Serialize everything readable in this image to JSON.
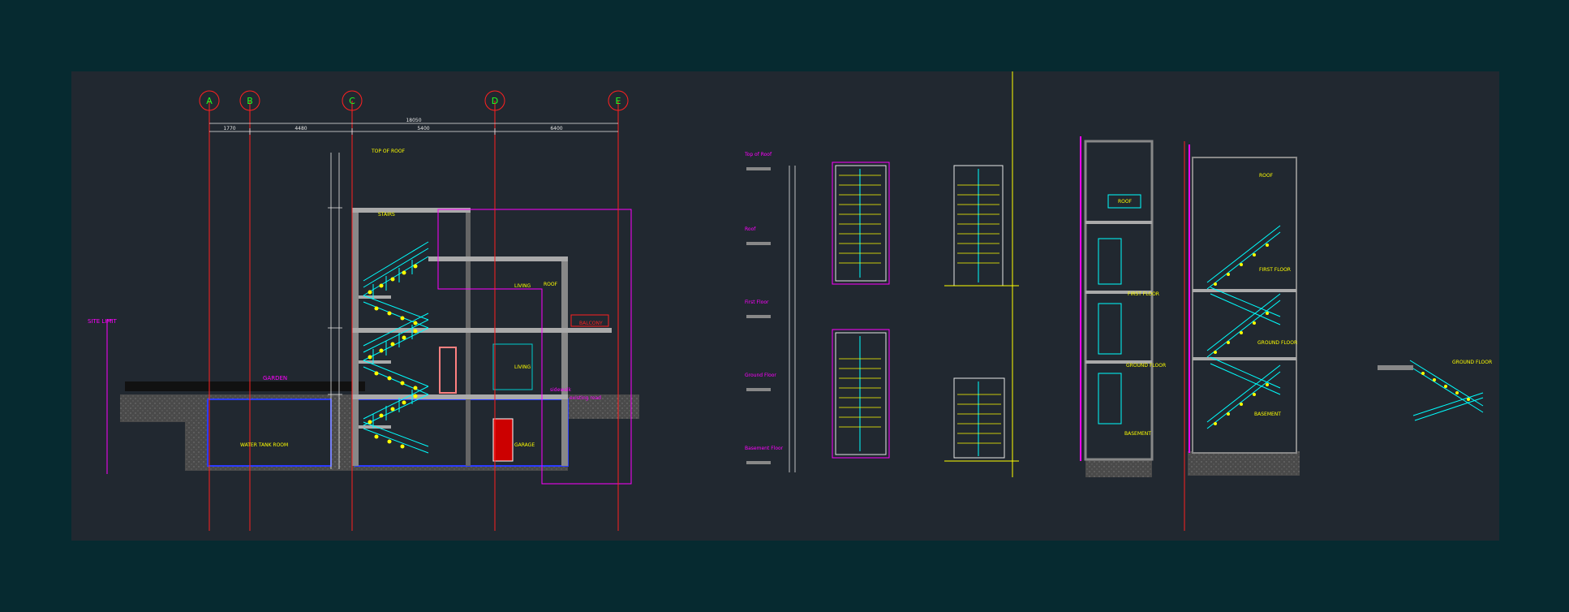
{
  "drawing": {
    "grid_axes": [
      "A",
      "B",
      "C",
      "D",
      "E"
    ],
    "dimensions": {
      "overall": "18050",
      "spans": [
        "1770",
        "4480",
        "5400",
        "6400"
      ]
    },
    "labels": {
      "top_of_roof": "TOP OF ROOF",
      "site_limit": "SITE LIMIT",
      "garden": "GARDEN",
      "water_tank": "WATER TANK ROOM",
      "stairs": "STAIRS",
      "living_upper": "LIVING",
      "living_lower": "LIVING",
      "garage": "GARAGE",
      "balcony": "BALCONY",
      "sidewalk": "sidewalk",
      "roof": "ROOF",
      "existing_road": "existing road"
    },
    "level_column": [
      "Top of Roof",
      "Roof",
      "First Floor",
      "Ground Floor",
      "Basement Floor"
    ],
    "tower_a_labels": [
      "ROOF",
      "FIRST FLOOR",
      "GROUND FLOOR",
      "BASEMENT"
    ],
    "tower_b_labels": [
      "ROOF",
      "FIRST FLOOR",
      "GROUND FLOOR",
      "BASEMENT"
    ],
    "detail_label": "GROUND FLOOR"
  },
  "colors": {
    "background": "#062a30",
    "paper": "#212830",
    "axis_red": "#ff2020",
    "axis_label_green": "#20ff20",
    "cyan": "#00ffff",
    "yellow": "#ffff00",
    "magenta": "#ff00ff",
    "white": "#e8e8e8",
    "orange": "#ff9a00"
  }
}
